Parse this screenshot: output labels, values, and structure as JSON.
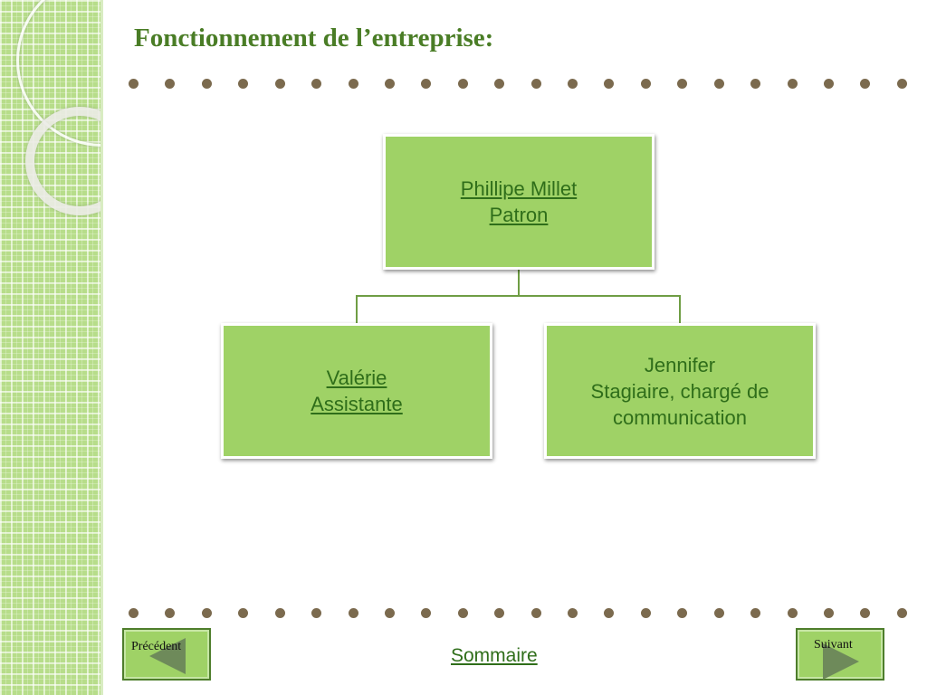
{
  "slide": {
    "title": "Fonctionnement de l’entreprise:"
  },
  "org_chart": {
    "top": {
      "name": "Phillipe Millet",
      "role": "Patron"
    },
    "left": {
      "name": "Valérie",
      "role": "Assistante"
    },
    "right": {
      "name": "Jennifer",
      "role_line1": "Stagiaire, chargé de",
      "role_line2": "communication"
    }
  },
  "nav": {
    "previous_label": "Précédent",
    "next_label": "Suivant",
    "summary_label": "Sommaire"
  },
  "colors": {
    "title": "#4a7d26",
    "box_fill": "#9fd266",
    "box_text": "#2f6e1a",
    "dots": "#7b6a4e"
  }
}
